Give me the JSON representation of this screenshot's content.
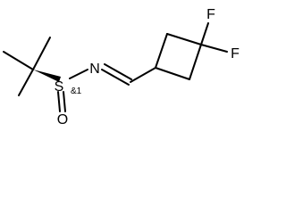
{
  "molecule": {
    "atoms": {
      "sulfur": "S",
      "nitrogen": "N",
      "oxygen": "O",
      "fluorine_1": "F",
      "fluorine_2": "F"
    },
    "stereo_label": "&1"
  },
  "colors": {
    "bond": "#000000",
    "text": "#000000",
    "background": "#ffffff"
  }
}
